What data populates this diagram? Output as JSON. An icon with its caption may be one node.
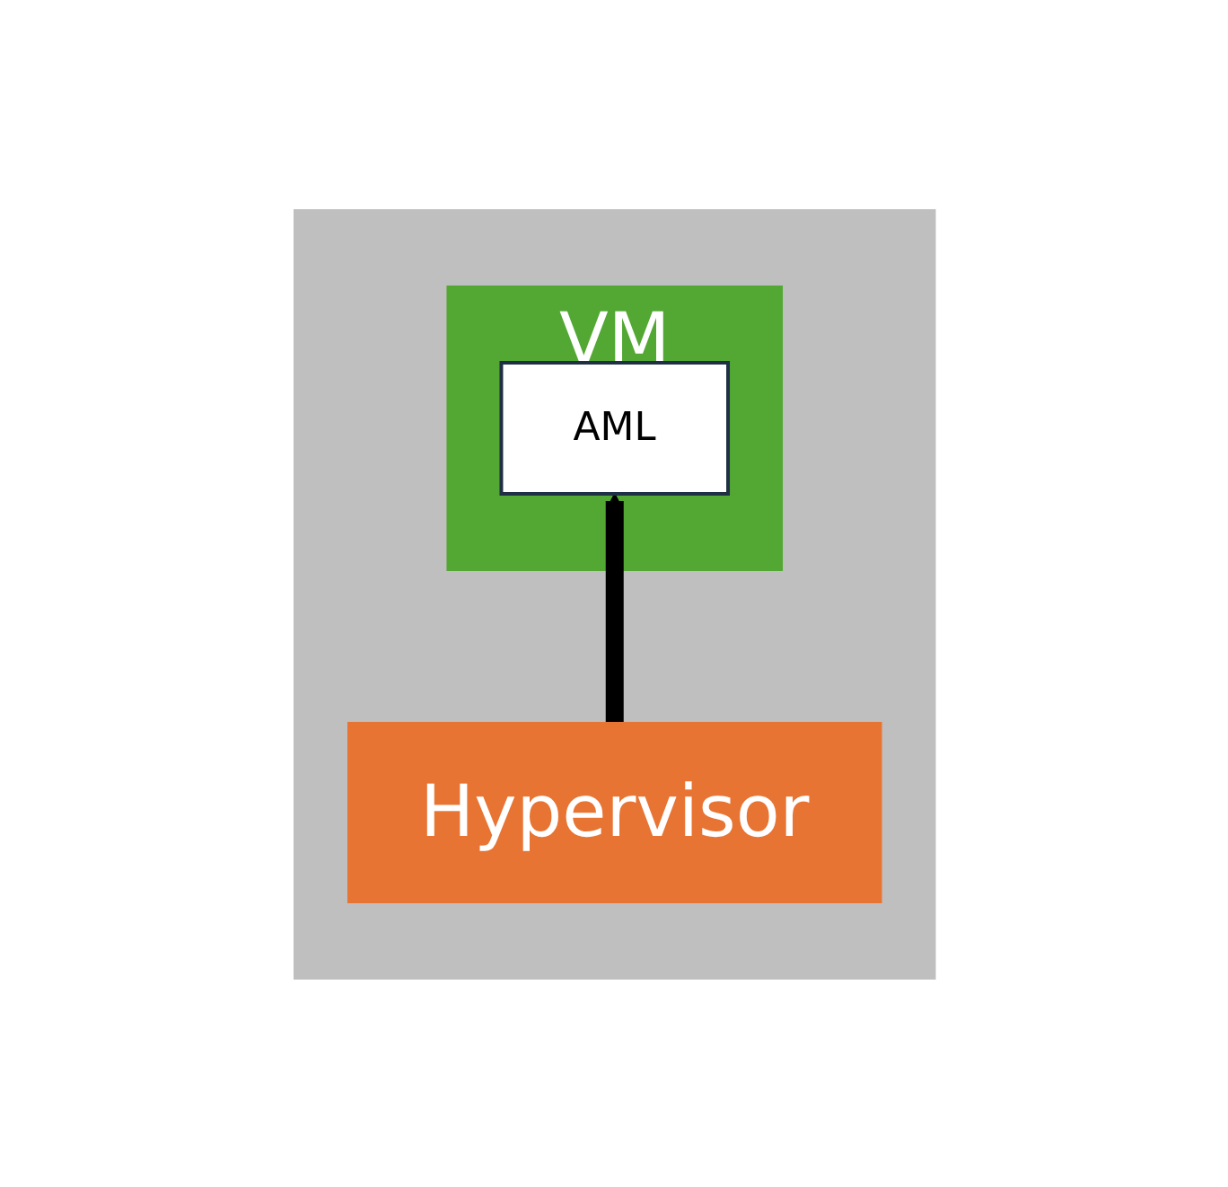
{
  "diagram": {
    "nodes": [
      {
        "text": [],
        "shape": "box"
      },
      {
        "text": [
          "VM"
        ],
        "in": 0
      },
      {
        "text": [
          "AML"
        ],
        "in": 1
      },
      {
        "text": [
          "Hypervisor"
        ],
        "in": 0
      }
    ],
    "edges": [
      {
        "from": 3,
        "to": 2,
        "arrow": "to"
      }
    ]
  }
}
